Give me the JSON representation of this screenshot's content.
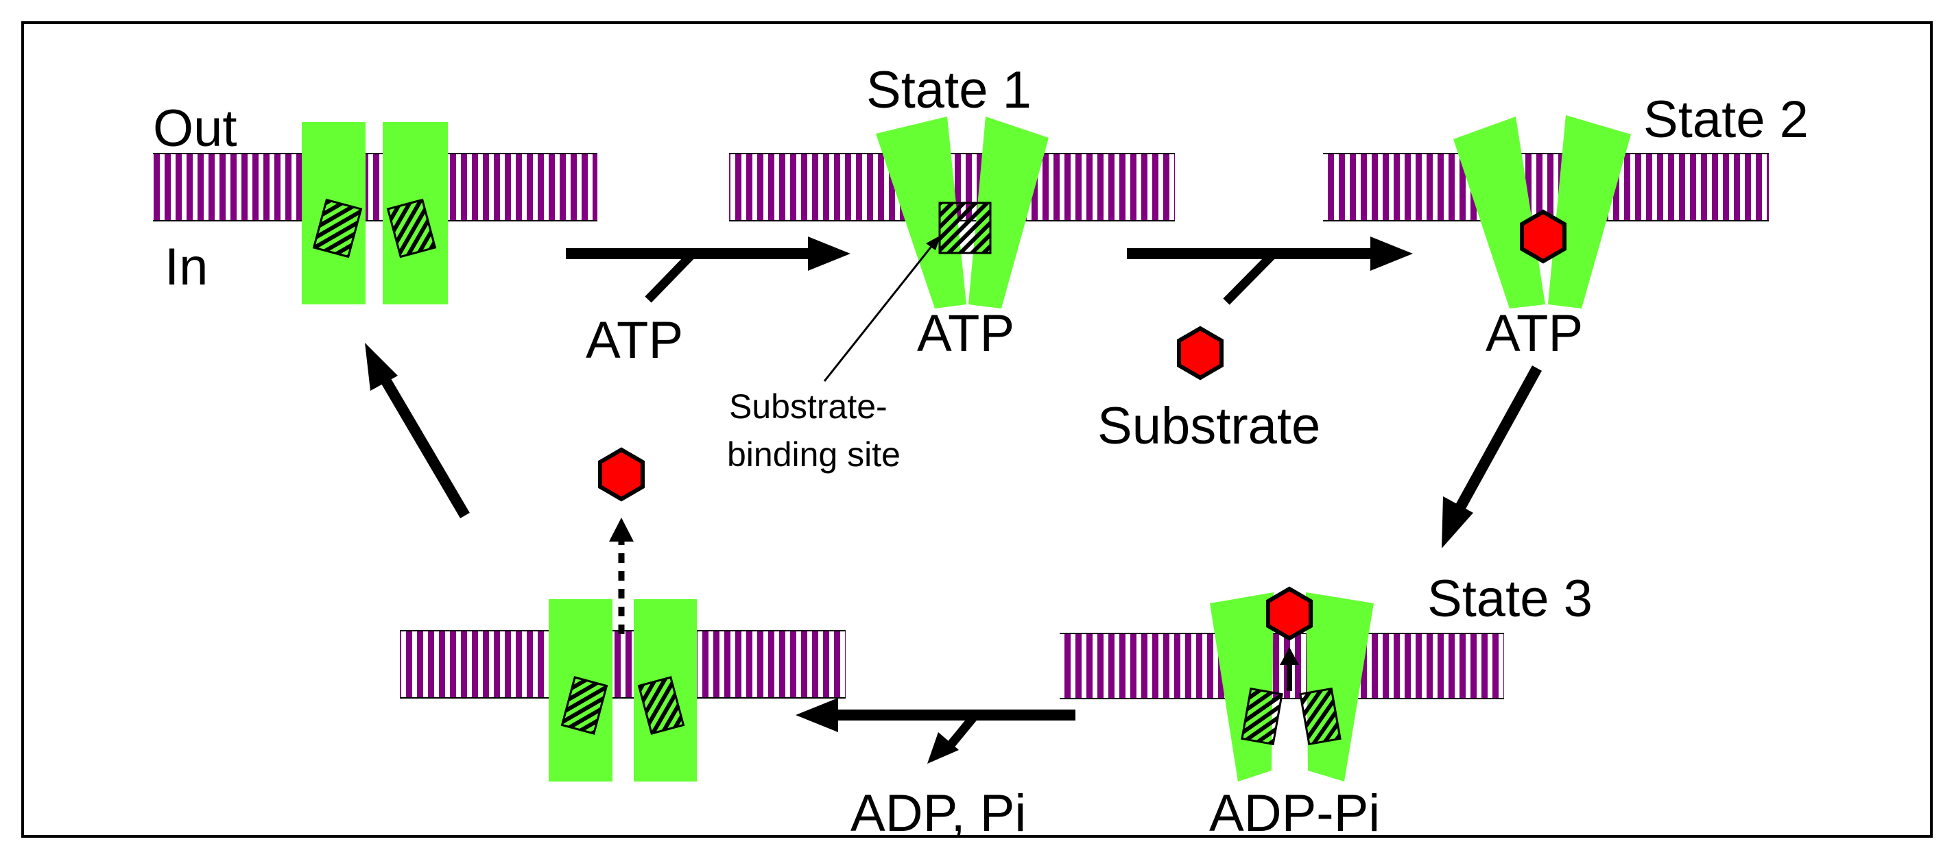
{
  "labels": {
    "out": "Out",
    "in": "In",
    "state_1": "State 1",
    "state_2": "State 2",
    "state_3": "State 3",
    "atp_step1": "ATP",
    "atp_state1": "ATP",
    "atp_state2": "ATP",
    "substrate": "Substrate",
    "substrate_binding_site_line1": "Substrate-",
    "substrate_binding_site_line2": "binding site",
    "adp_pi_state3": "ADP-Pi",
    "adp_pi_release": "ADP, Pi"
  },
  "colors": {
    "protein": "#66ff33",
    "membrane": "#800080",
    "substrate": "#ff0000",
    "arrow": "#000000",
    "frame": "#000000"
  },
  "icons": {
    "substrate": "red-hexagon",
    "binding_site": "hatched-square"
  }
}
